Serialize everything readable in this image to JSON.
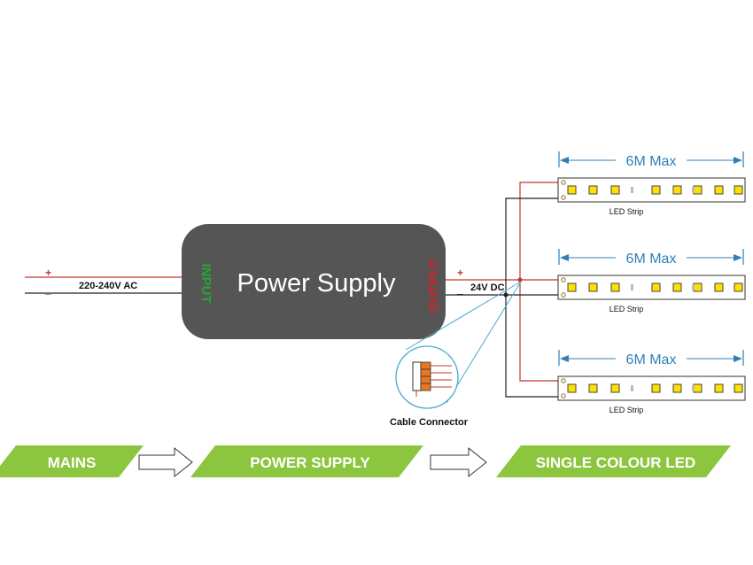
{
  "colors": {
    "psu_body": "#555555",
    "input_text": "#27a532",
    "output_text": "#d0242b",
    "positive_wire": "#c0392b",
    "negative_wire": "#222222",
    "dimension_blue": "#2f7fb5",
    "connector_outline": "#4aa8d0",
    "led_yellow": "#ffe000",
    "stage_green": "#8cc63f"
  },
  "power_supply": {
    "label": "Power Supply",
    "input_label": "INPUT",
    "output_label": "OUTPUT"
  },
  "mains": {
    "plus": "+",
    "minus": "_",
    "voltage": "220-240V AC"
  },
  "dc_output": {
    "plus": "+",
    "minus": "_",
    "voltage": "24V DC"
  },
  "strips": [
    {
      "dimension": "6M Max",
      "caption": "LED Strip"
    },
    {
      "dimension": "6M Max",
      "caption": "LED Strip"
    },
    {
      "dimension": "6M Max",
      "caption": "LED Strip"
    }
  ],
  "connector": {
    "caption": "Cable Connector"
  },
  "flow": [
    {
      "label": "MAINS",
      "icon": "hollow-arrow-right"
    },
    {
      "label": "POWER SUPPLY",
      "icon": "hollow-arrow-right"
    },
    {
      "label": "SINGLE COLOUR LED"
    }
  ]
}
